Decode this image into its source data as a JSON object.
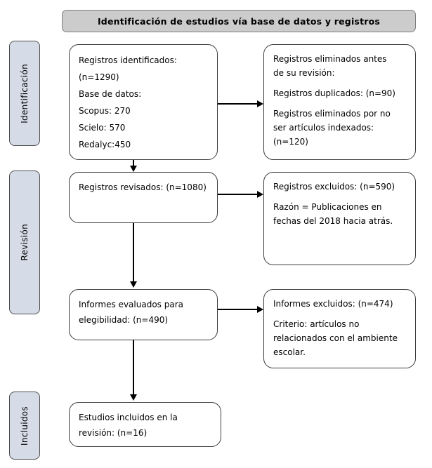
{
  "header": {
    "title": "Identificación de estudios vía base de datos y registros"
  },
  "stages": [
    {
      "label": "Identificación"
    },
    {
      "label": "Revisión"
    },
    {
      "label": "Incluidos"
    }
  ],
  "boxes": {
    "identificados": {
      "lines": [
        "Registros identificados:",
        "(n=1290)",
        "Base de datos:",
        "Scopus: 270",
        "Scielo: 570",
        "Redalyc:450"
      ]
    },
    "eliminados_antes": {
      "lines": [
        "Registros eliminados antes",
        "de su revisión:",
        "",
        "Registros duplicados: (n=90)",
        "",
        "Registros eliminados por no",
        "ser artículos indexados:",
        "(n=120)"
      ]
    },
    "revisados": {
      "lines": [
        "Registros revisados: (n=1080)"
      ]
    },
    "excluidos_registros": {
      "lines": [
        "Registros excluidos: (n=590)",
        "",
        "Razón = Publicaciones en",
        "fechas del 2018 hacia atrás."
      ]
    },
    "evaluados": {
      "lines": [
        "Informes evaluados para",
        "elegibilidad: (n=490)"
      ]
    },
    "excluidos_informes": {
      "lines": [
        "Informes excluidos: (n=474)",
        "",
        "Criterio: artículos no",
        "relacionados con el ambiente",
        "escolar."
      ]
    },
    "incluidos": {
      "lines": [
        "Estudios incluidos en la",
        "revisión: (n=16)"
      ]
    }
  },
  "colors": {
    "header_fill": "#CCCCCC",
    "stage_fill": "#D5DCE7",
    "box_fill": "#FFFFFF",
    "stroke": "#3C3C3C",
    "connector": "#000000"
  }
}
